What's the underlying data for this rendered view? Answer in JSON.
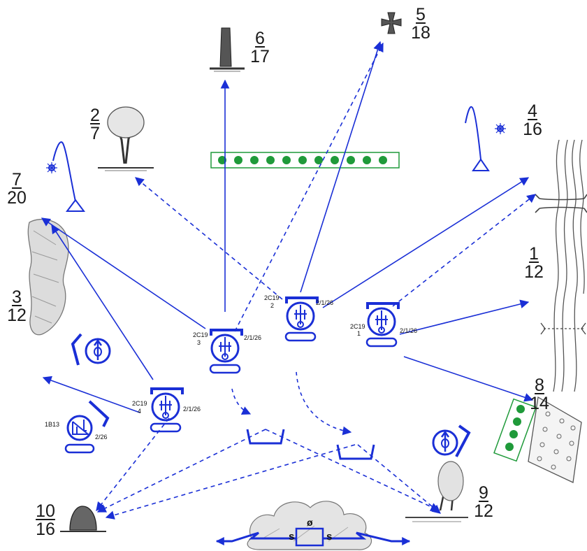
{
  "landmarks": [
    {
      "id": "1",
      "distance": "12"
    },
    {
      "id": "2",
      "distance": "7"
    },
    {
      "id": "3",
      "distance": "12"
    },
    {
      "id": "4",
      "distance": "16"
    },
    {
      "id": "5",
      "distance": "18"
    },
    {
      "id": "6",
      "distance": "17"
    },
    {
      "id": "7",
      "distance": "20"
    },
    {
      "id": "8",
      "distance": "14"
    },
    {
      "id": "9",
      "distance": "12"
    },
    {
      "id": "10",
      "distance": "16"
    }
  ],
  "units": [
    {
      "code": "2C19",
      "number": "1",
      "time": "2/1/26"
    },
    {
      "code": "2C19",
      "number": "2",
      "time": "2/1/26"
    },
    {
      "code": "2C19",
      "number": "3",
      "time": "2/1/26"
    },
    {
      "code": "2C19",
      "number": "4",
      "time": "2/1/26"
    },
    {
      "code": "1B13",
      "number": "",
      "time": "2/26"
    }
  ],
  "boundary": {
    "left_label": "s",
    "center_label": "ø",
    "right_label": "s"
  },
  "colors": {
    "symbols": "#1a2fd6",
    "minefield": "#1f9a3a",
    "drawing": "#333333"
  }
}
